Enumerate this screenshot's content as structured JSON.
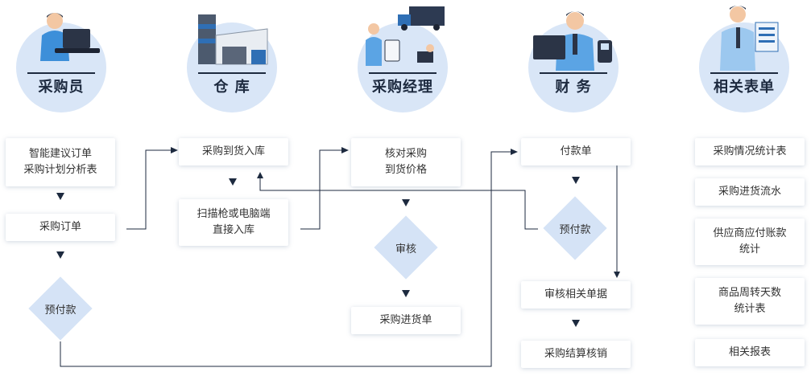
{
  "roles": {
    "buyer": "采购员",
    "warehouse": "仓 库",
    "manager": "采购经理",
    "finance": "财 务",
    "forms": "相关表单"
  },
  "buyer": {
    "box1": "智能建议订单\n采购计划分析表",
    "box2": "采购订单",
    "diamond": "预付款"
  },
  "warehouse": {
    "box1": "采购到货入库",
    "box2": "扫描枪或电脑端\n直接入库"
  },
  "manager": {
    "box1": "核对采购\n到货价格",
    "diamond": "审核",
    "box2": "采购进货单"
  },
  "finance": {
    "box1": "付款单",
    "diamond": "预付款",
    "box2": "审核相关单据",
    "box3": "采购结算核销"
  },
  "forms": {
    "f1": "采购情况统计表",
    "f2": "采购进货流水",
    "f3": "供应商应付账款\n统计",
    "f4": "商品周转天数\n统计表",
    "f5": "相关报表"
  },
  "colors": {
    "circle": "#d9e6f7",
    "diamond": "#d5e3f6",
    "line": "#1d2a3f",
    "accent": "#2f6fb5"
  }
}
